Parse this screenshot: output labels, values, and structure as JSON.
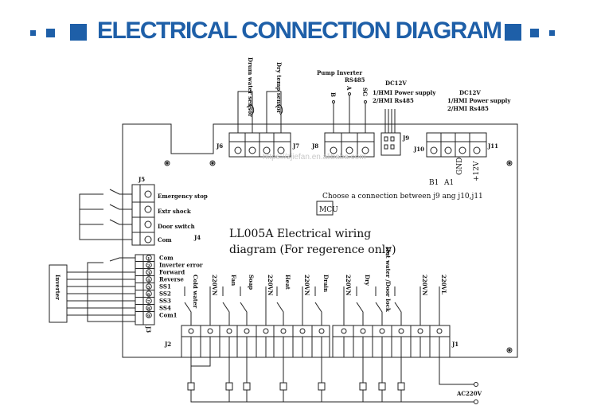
{
  "header": {
    "title": "ELECTRICAL CONNECTION DIAGRAM",
    "accent_color": "#1e5fa8"
  },
  "diagram": {
    "main_title_line1": "LL005A Electrical wiring",
    "main_title_line2": "diagram (For regerence only)",
    "note": "Choose a connection between j9 ang j10,j11",
    "mcu": "MCU",
    "watermark": "https://zjiefan.en.alibaba.com",
    "connectors": {
      "j1": "J1",
      "j2": "J2",
      "j3": "J3",
      "j4": "J4",
      "j5": "J5",
      "j6": "J6",
      "j7": "J7",
      "j8": "J8",
      "j9": "J9",
      "j10": "J10",
      "j11": "J11"
    },
    "sensors": {
      "drum_water": "Drum water sensor",
      "dry_temp": "Dry temp sensor"
    },
    "pump_inverter": {
      "title": "Pump Inverter",
      "rs485": "RS485",
      "pins": [
        "B",
        "A",
        "SG"
      ]
    },
    "supply_j9": {
      "voltage": "DC12V",
      "line1": "1/HMI Power supply",
      "line2": "2/HMI Rs485"
    },
    "supply_j10": {
      "voltage": "DC12V",
      "line1": "1/HMI Power supply",
      "line2": "2/HMI Rs485"
    },
    "power_pins": [
      "B1",
      "A1",
      "GND",
      "+12V"
    ],
    "j5_inputs": [
      "Emergency stop",
      "Extr shock",
      "Door switch",
      "Com"
    ],
    "j3_inputs": [
      "Com",
      "Inverter error",
      "Forward",
      "Reverse",
      "SS1",
      "SS2",
      "SS3",
      "SS4",
      "Com1"
    ],
    "j3_pin_numbers": [
      "1",
      "2",
      "3",
      "4",
      "5",
      "6",
      "7",
      "8",
      "9"
    ],
    "inverter": "Inverter",
    "outputs_j2": [
      "Cold water",
      "220VN",
      "Fan",
      "Soap",
      "220VN",
      "Heat",
      "220VN",
      "Drain"
    ],
    "outputs_j1": [
      "220VN",
      "Dry",
      "Hot water /Door lock",
      "220VN",
      "220VL"
    ],
    "ac_supply": "AC220V"
  }
}
